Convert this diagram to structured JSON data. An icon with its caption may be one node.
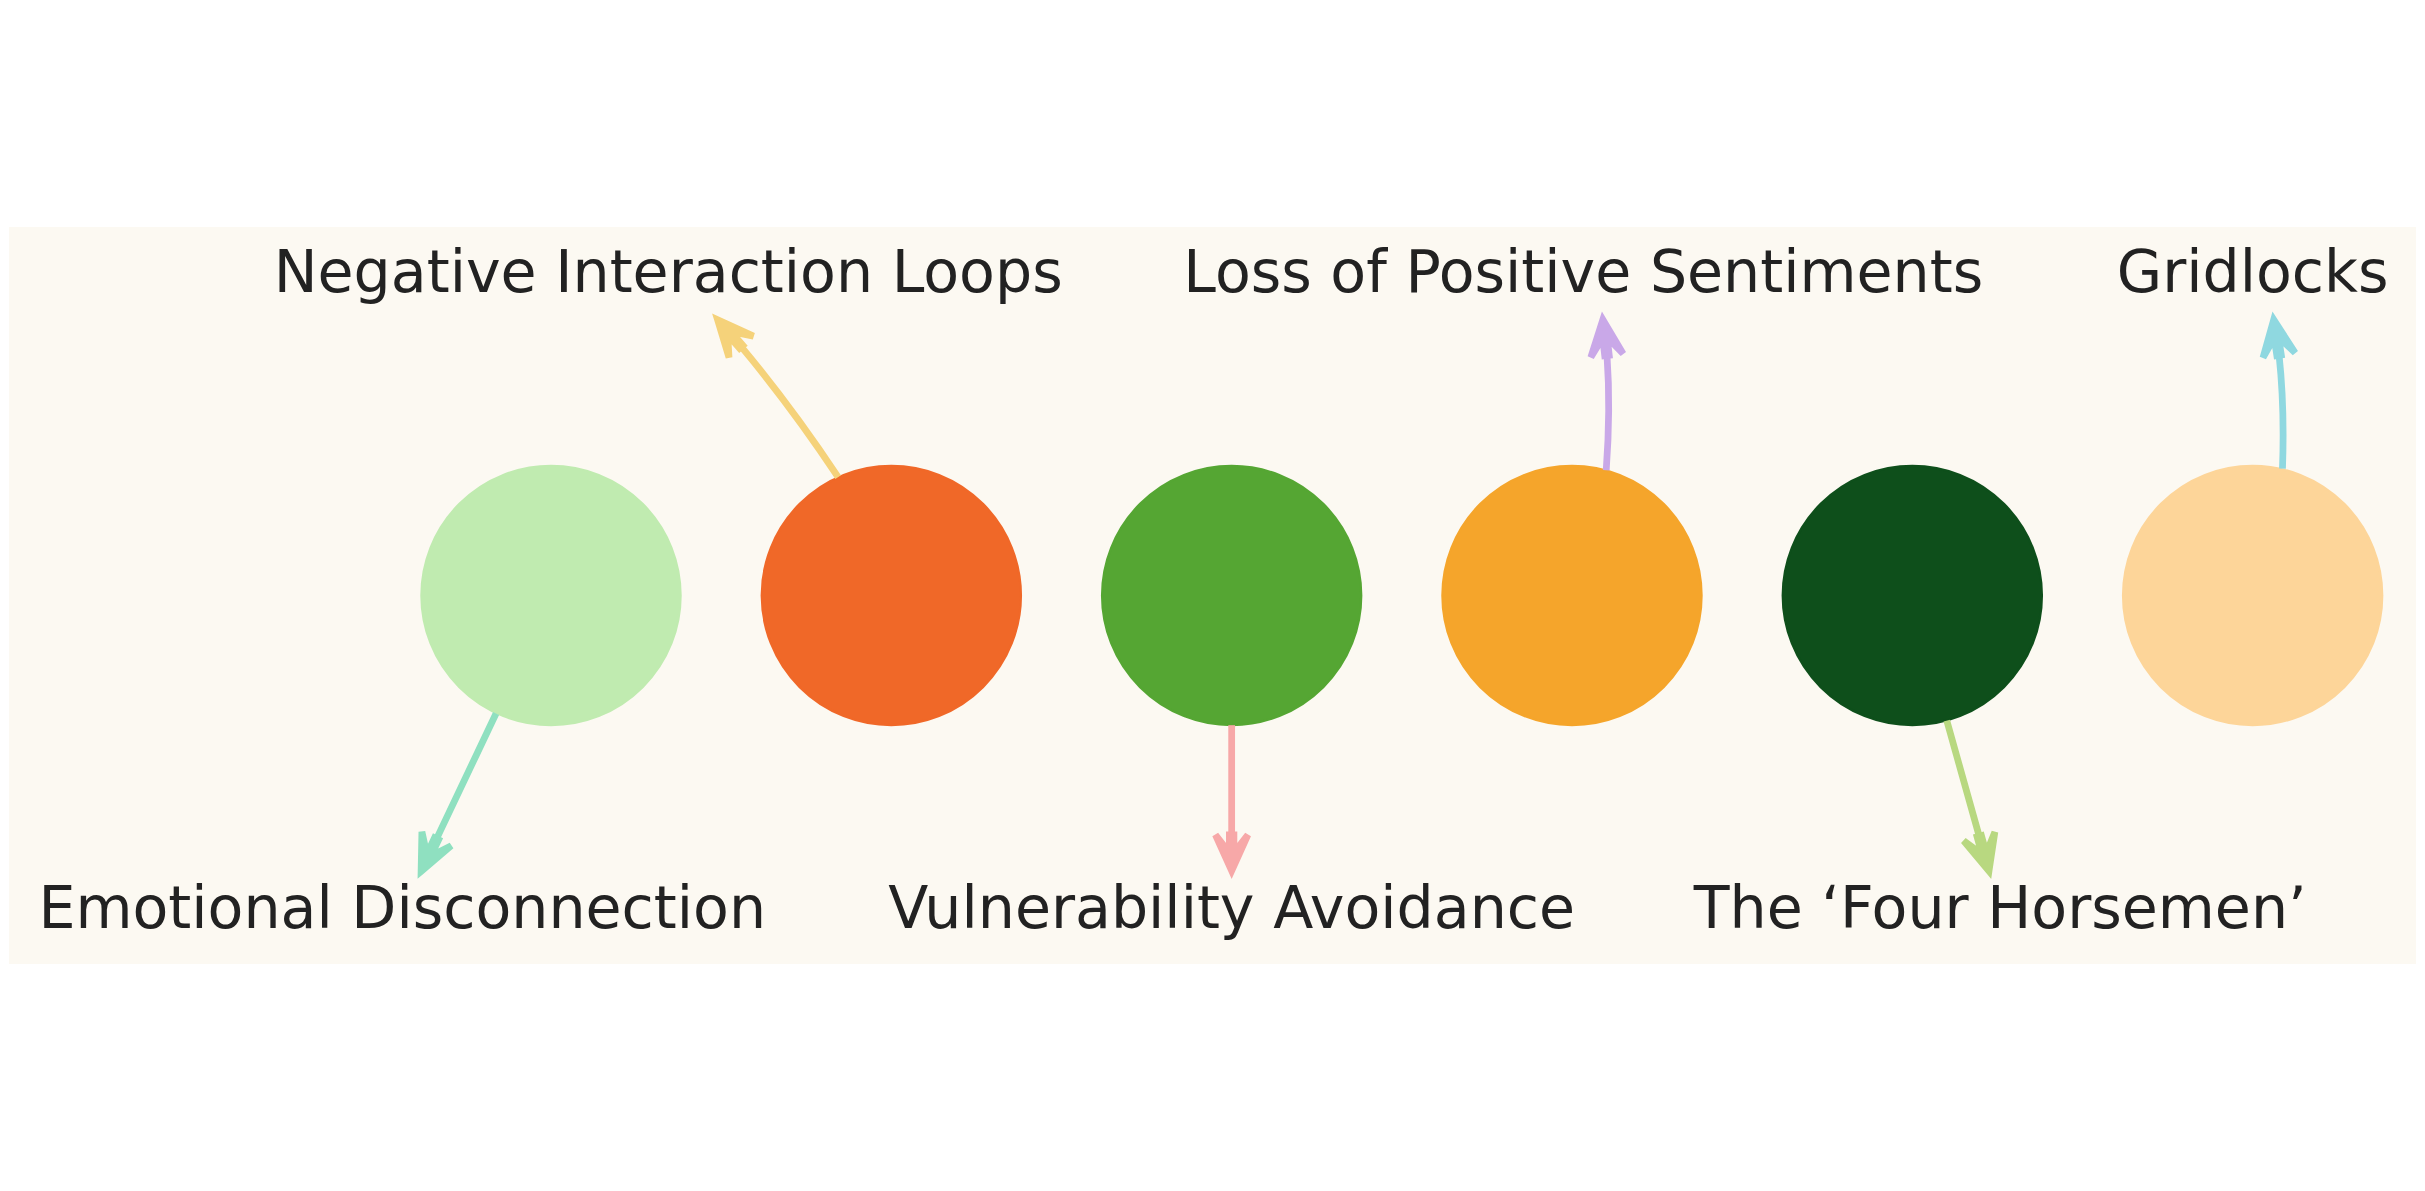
{
  "diagram": {
    "nodes": [
      {
        "text": [],
        "shape": "circle"
      },
      {
        "text": [],
        "shape": "circle"
      },
      {
        "text": [],
        "shape": "circle"
      },
      {
        "text": [],
        "shape": "circle"
      },
      {
        "text": [],
        "shape": "circle"
      },
      {
        "text": [],
        "shape": "circle"
      },
      {
        "text": [
          "Emotional Disconnection"
        ]
      },
      {
        "text": [
          "Negative Interaction Loops"
        ]
      },
      {
        "text": [
          "Vulnerability Avoidance"
        ]
      },
      {
        "text": [
          "Loss of Positive Sentiments"
        ]
      },
      {
        "text": [
          "The ‘Four Horsemen’"
        ]
      },
      {
        "text": [
          "Gridlocks"
        ]
      }
    ],
    "edges": [
      {
        "from": 0,
        "to": 6,
        "arrow": "to",
        "color": "#8fe0c0"
      },
      {
        "from": 1,
        "to": 7,
        "arrow": "to",
        "color": "#f5d27a"
      },
      {
        "from": 2,
        "to": 8,
        "arrow": "to",
        "color": "#f7a8a8"
      },
      {
        "from": 3,
        "to": 9,
        "arrow": "to",
        "color": "#c9a8e8"
      },
      {
        "from": 4,
        "to": 10,
        "arrow": "to",
        "color": "#b8d880"
      },
      {
        "from": 5,
        "to": 11,
        "arrow": "to",
        "color": "#8fd8e0"
      }
    ]
  }
}
